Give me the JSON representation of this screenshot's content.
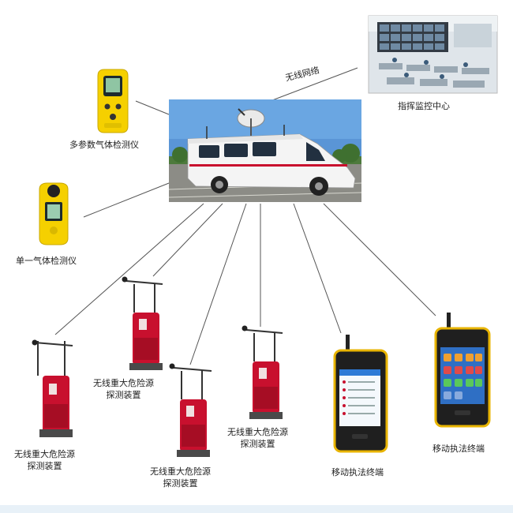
{
  "diagram": {
    "wireless_network_label": "无线网络",
    "command_center_label": "指挥监控中心",
    "multi_gas_detector_label": "多参数气体检测仪",
    "single_gas_detector_label": "单一气体检测仪",
    "hazard_detector_label_line1": "无线重大危险源",
    "hazard_detector_label_line2": "探测装置",
    "mobile_terminal_label": "移动执法终端",
    "colors": {
      "connector": "#555555",
      "detector_red": "#c8102e",
      "gas_yellow": "#f5d000",
      "terminal_yellow": "#e8b400",
      "van_white": "#f4f4f4",
      "sky": "#4a8fd8"
    }
  }
}
